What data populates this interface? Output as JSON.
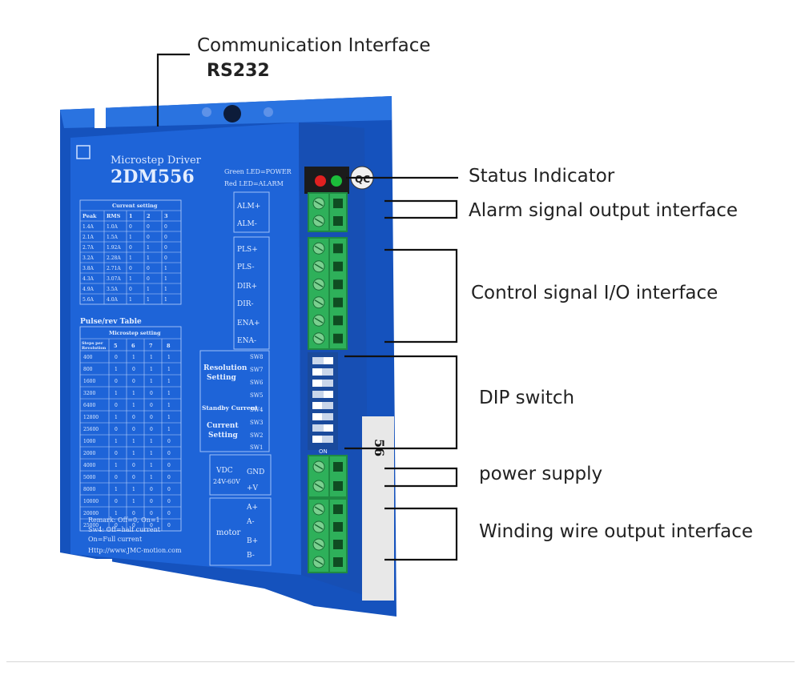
{
  "callouts": {
    "communication": "Communication Interface",
    "communication_sub": "RS232",
    "status": "Status Indicator",
    "alarm": "Alarm signal output interface",
    "control": "Control signal I/O interface",
    "dip": "DIP switch",
    "power": "power supply",
    "winding": "Winding wire output interface"
  },
  "device": {
    "title": "Microstep Driver",
    "model": "2DM556",
    "led_green": "Green   LED=POWER",
    "led_red": "Red   LED=ALARM",
    "current_header": "Current  setting",
    "current_cols": [
      "Peak",
      "RMS",
      "1",
      "2",
      "3"
    ],
    "current_rows": [
      [
        "1.4A",
        "1.0A",
        "0",
        "0",
        "0"
      ],
      [
        "2.1A",
        "1.5A",
        "1",
        "0",
        "0"
      ],
      [
        "2.7A",
        "1.92A",
        "0",
        "1",
        "0"
      ],
      [
        "3.2A",
        "2.28A",
        "1",
        "1",
        "0"
      ],
      [
        "3.8A",
        "2.71A",
        "0",
        "0",
        "1"
      ],
      [
        "4.3A",
        "3.07A",
        "1",
        "0",
        "1"
      ],
      [
        "4.9A",
        "3.5A",
        "0",
        "1",
        "1"
      ],
      [
        "5.6A",
        "4.0A",
        "1",
        "1",
        "1"
      ]
    ],
    "pulse_title": "Pulse/rev Table",
    "micro_header": "Microstep setting",
    "micro_cols": [
      "Steps per Revolution",
      "5",
      "6",
      "7",
      "8"
    ],
    "micro_rows": [
      [
        "400",
        "0",
        "1",
        "1",
        "1"
      ],
      [
        "800",
        "1",
        "0",
        "1",
        "1"
      ],
      [
        "1600",
        "0",
        "0",
        "1",
        "1"
      ],
      [
        "3200",
        "1",
        "1",
        "0",
        "1"
      ],
      [
        "6400",
        "0",
        "1",
        "0",
        "1"
      ],
      [
        "12800",
        "1",
        "0",
        "0",
        "1"
      ],
      [
        "25600",
        "0",
        "0",
        "0",
        "1"
      ],
      [
        "1000",
        "1",
        "1",
        "1",
        "0"
      ],
      [
        "2000",
        "0",
        "1",
        "1",
        "0"
      ],
      [
        "4000",
        "1",
        "0",
        "1",
        "0"
      ],
      [
        "5000",
        "0",
        "0",
        "1",
        "0"
      ],
      [
        "8000",
        "1",
        "1",
        "0",
        "0"
      ],
      [
        "10000",
        "0",
        "1",
        "0",
        "0"
      ],
      [
        "20000",
        "1",
        "0",
        "0",
        "0"
      ],
      [
        "25000",
        "0",
        "0",
        "0",
        "0"
      ]
    ],
    "remark1": "Remark: Off=0,    On=1",
    "remark2": "Sw4:   Off=half current",
    "remark3": "On=Full  current",
    "url": "Http://www.JMC-motion.com",
    "alm_plus": "ALM+",
    "alm_minus": "ALM-",
    "pls_plus": "PLS+",
    "pls_minus": "PLS-",
    "dir_plus": "DIR+",
    "dir_minus": "DIR-",
    "ena_plus": "ENA+",
    "ena_minus": "ENA-",
    "resolution": "Resolution",
    "setting": "Setting",
    "standby": "Standby Current",
    "current_label": "Current",
    "sw8": "SW8",
    "sw7": "SW7",
    "sw6": "SW6",
    "sw5": "SW5",
    "sw4": "SW4",
    "sw3": "SW3",
    "sw2": "SW2",
    "sw1": "SW1",
    "vdc": "VDC",
    "vrange": "24V-60V",
    "gnd": "GND",
    "vplus": "+V",
    "motor": "motor",
    "a_plus": "A+",
    "a_minus": "A-",
    "b_plus": "B+",
    "b_minus": "B-",
    "dip_on": "ON",
    "seal": "QC",
    "side_label": "56",
    "colors": {
      "body": "#1a5fd0",
      "body_dark": "#124aa8",
      "terminal": "#2eb05a",
      "terminal_dark": "#1f8a43",
      "led_red": "#e02020",
      "led_green": "#1bbd3a"
    }
  }
}
